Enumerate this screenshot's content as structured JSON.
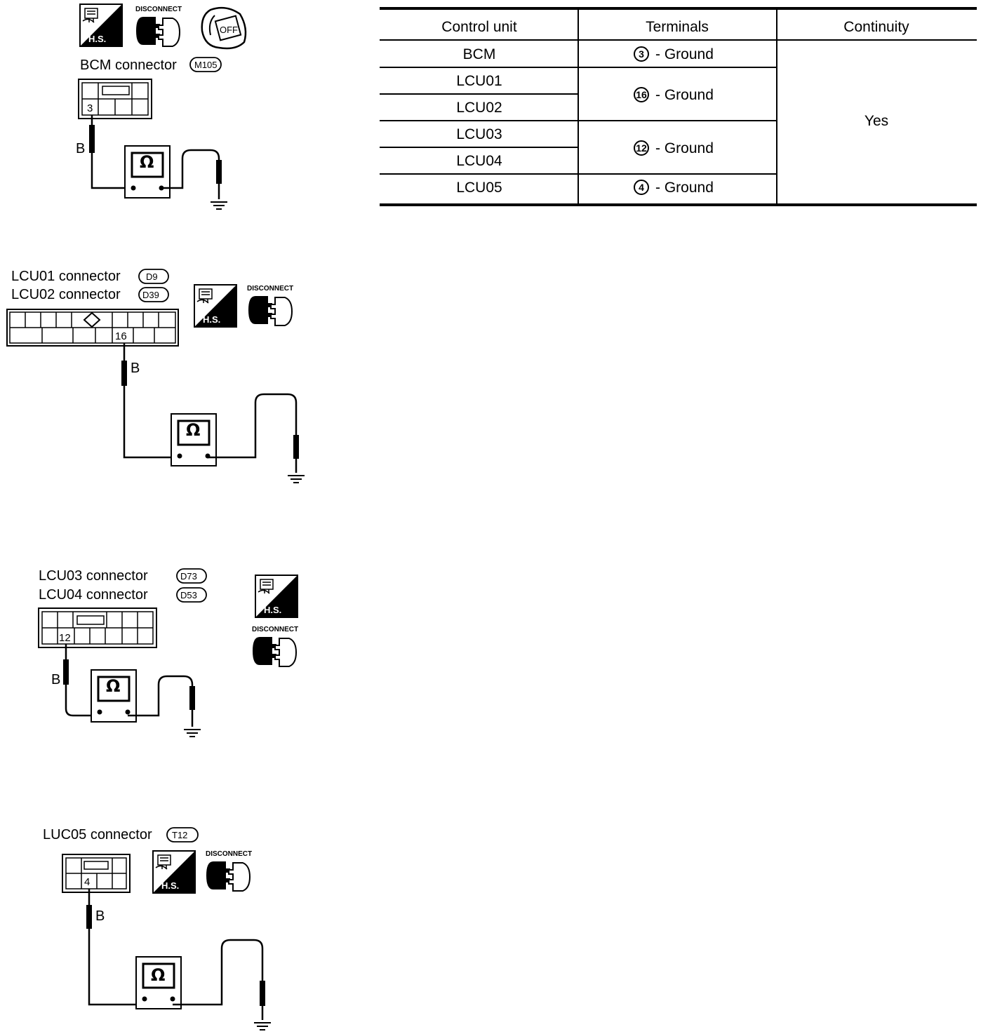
{
  "icons": {
    "hs_text": "H.S.",
    "disconnect_text": "DISCONNECT",
    "off_text": "OFF"
  },
  "panels": [
    {
      "connectors": [
        {
          "name": "BCM  connector",
          "code": "M105"
        }
      ],
      "terminal": "3",
      "wire_color": "B"
    },
    {
      "connectors": [
        {
          "name": "LCU01 connector",
          "code": "D9"
        },
        {
          "name": "LCU02 connector",
          "code": "D39"
        }
      ],
      "terminal": "16",
      "wire_color": "B"
    },
    {
      "connectors": [
        {
          "name": "LCU03  connector",
          "code": "D73"
        },
        {
          "name": "LCU04  connector",
          "code": "D53"
        }
      ],
      "terminal": "12",
      "wire_color": "B"
    },
    {
      "connectors": [
        {
          "name": "LUC05 connector",
          "code": "T12"
        }
      ],
      "terminal": "4",
      "wire_color": "B"
    }
  ],
  "meter_symbol": "Ω",
  "table": {
    "headers": [
      "Control unit",
      "Terminals",
      "Continuity"
    ],
    "units": [
      "BCM",
      "LCU01",
      "LCU02",
      "LCU03",
      "LCU04",
      "LCU05"
    ],
    "terminals": [
      {
        "num": "3",
        "text": "- Ground"
      },
      {
        "num": "16",
        "text": "- Ground"
      },
      {
        "num": "12",
        "text": "- Ground"
      },
      {
        "num": "4",
        "text": "- Ground"
      }
    ],
    "continuity": "Yes"
  }
}
